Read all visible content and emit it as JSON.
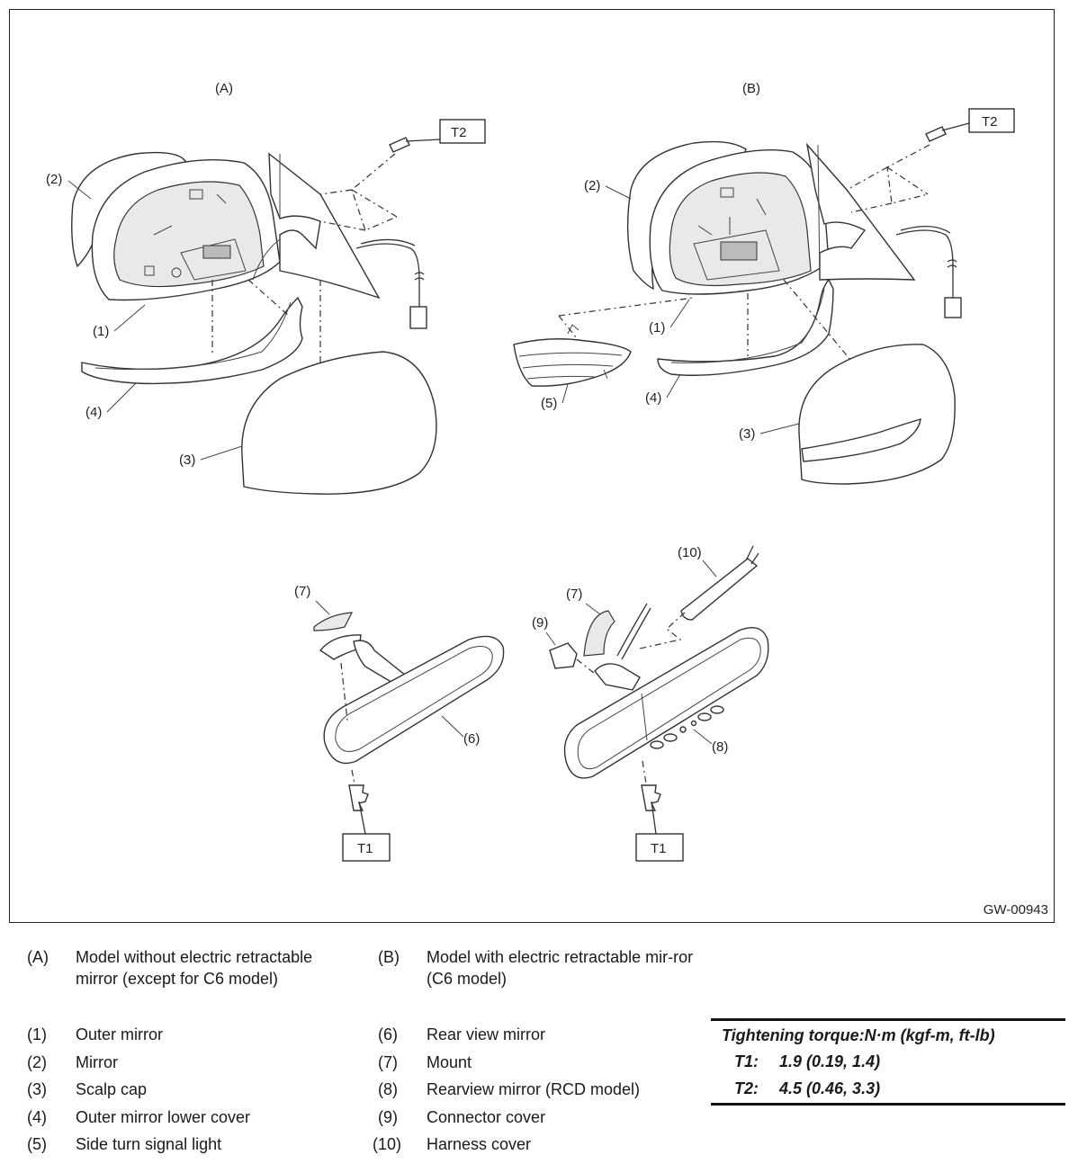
{
  "figure": {
    "id": "GW-00943",
    "view_labels": {
      "a": "(A)",
      "b": "(B)"
    },
    "callouts": {
      "c1": "(1)",
      "c2": "(2)",
      "c3": "(3)",
      "c4": "(4)",
      "c5": "(5)",
      "c6": "(6)",
      "c7": "(7)",
      "c8": "(8)",
      "c9": "(9)",
      "c10": "(10)"
    },
    "torque_tags": {
      "t1": "T1",
      "t2": "T2"
    }
  },
  "legend": {
    "models": [
      {
        "code": "(A)",
        "desc": "Model without electric retractable mirror (except for C6 model)"
      },
      {
        "code": "(B)",
        "desc": "Model with electric retractable mir-ror (C6 model)"
      }
    ],
    "parts_left": [
      {
        "code": "(1)",
        "desc": "Outer mirror"
      },
      {
        "code": "(2)",
        "desc": "Mirror"
      },
      {
        "code": "(3)",
        "desc": "Scalp cap"
      },
      {
        "code": "(4)",
        "desc": "Outer mirror lower cover"
      },
      {
        "code": "(5)",
        "desc": "Side turn signal light"
      }
    ],
    "parts_right": [
      {
        "code": "(6)",
        "desc": "Rear view mirror"
      },
      {
        "code": "(7)",
        "desc": "Mount"
      },
      {
        "code": "(8)",
        "desc": "Rearview mirror (RCD model)"
      },
      {
        "code": "(9)",
        "desc": "Connector cover"
      },
      {
        "code": "(10)",
        "desc": "Harness cover"
      }
    ]
  },
  "torque": {
    "heading": "Tightening torque:N·m (kgf-m, ft-lb)",
    "rows": [
      {
        "key": "T1:",
        "value": "1.9 (0.19, 1.4)"
      },
      {
        "key": "T2:",
        "value": "4.5 (0.46, 3.3)"
      }
    ]
  }
}
